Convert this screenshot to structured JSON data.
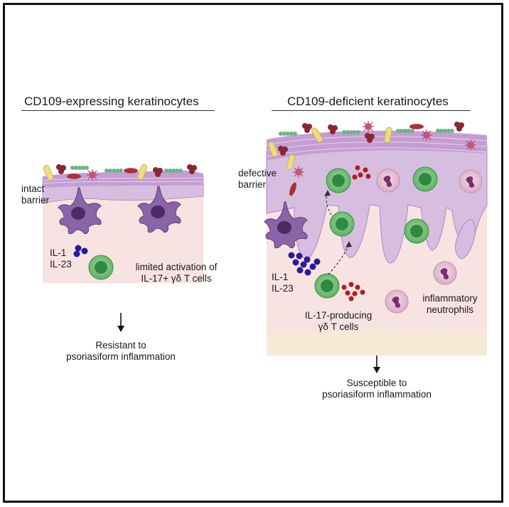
{
  "left_panel": {
    "title": "CD109-expressing keratinocytes",
    "barrier_label": [
      "intact",
      "barrier"
    ],
    "cytokines": [
      "IL-1",
      "IL-23"
    ],
    "tcell_label": [
      "limited activation of",
      "IL-17+ γδ T cells"
    ],
    "outcome": [
      "Resistant to",
      "psoriasiform inflammation"
    ]
  },
  "right_panel": {
    "title": "CD109-deficient keratinocytes",
    "barrier_label": [
      "defective",
      "barrier"
    ],
    "cytokines": [
      "IL-1",
      "IL-23"
    ],
    "tcell_label": [
      "IL-17-producing",
      "γδ T cells"
    ],
    "neutrophil_label": [
      "inflammatory",
      "neutrophils"
    ],
    "outcome": [
      "Susceptible to",
      "psoriasiform inflammation"
    ]
  },
  "colors": {
    "dermis": "#f7e3e1",
    "epidermis": "#d7bee0",
    "stratum_corneum": "#c49ed3",
    "dendritic_cell": "#8a63a8",
    "t_cell": "#6fbf73",
    "t_cell_nucleus": "#2f8a3f",
    "cytokine_blue": "#2a1a9e",
    "il17_red": "#b01c24",
    "neutrophil": "#e2c0d2"
  }
}
